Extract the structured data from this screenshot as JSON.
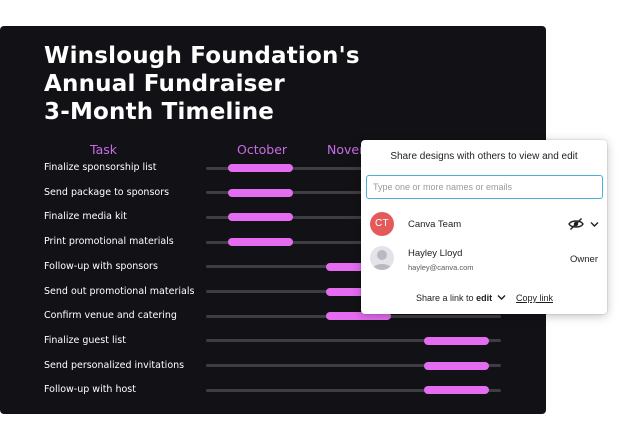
{
  "slide": {
    "title_lines": [
      "Winslough Foundation's",
      "Annual Fundraiser",
      "3-Month Timeline"
    ],
    "columns": {
      "task": "Task",
      "month1": "October",
      "month2": "Novem"
    },
    "tasks": [
      {
        "label": "Finalize sponsorship list",
        "start_month": 0.22,
        "end_month": 0.89
      },
      {
        "label": "Send package to sponsors",
        "start_month": 0.22,
        "end_month": 0.89
      },
      {
        "label": "Finalize media kit",
        "start_month": 0.22,
        "end_month": 0.89
      },
      {
        "label": "Print promotional materials",
        "start_month": 0.22,
        "end_month": 0.89
      },
      {
        "label": "Follow-up with sponsors",
        "start_month": 1.22,
        "end_month": 1.89
      },
      {
        "label": "Send out promotional materials",
        "start_month": 1.22,
        "end_month": 1.89
      },
      {
        "label": "Confirm venue and catering",
        "start_month": 1.22,
        "end_month": 1.89
      },
      {
        "label": "Finalize guest list",
        "start_month": 2.22,
        "end_month": 2.89
      },
      {
        "label": "Send personalized invitations",
        "start_month": 2.22,
        "end_month": 2.89
      },
      {
        "label": "Follow-up with host",
        "start_month": 2.22,
        "end_month": 2.89
      }
    ],
    "colors": {
      "background": "#121216",
      "accent": "#e46cf0",
      "heading": "#c86ce6",
      "track": "#3d3d42"
    }
  },
  "share": {
    "title": "Share designs with others to view and edit",
    "input_placeholder": "Type one or more names or emails",
    "team": {
      "initials": "CT",
      "name": "Canva Team",
      "icon": "eye-slash-icon",
      "avatar_color": "#e45a5a"
    },
    "user": {
      "name": "Hayley Lloyd",
      "email": "hayley@canva.com",
      "role": "Owner"
    },
    "link_prefix": "Share a link to",
    "link_permission": "edit",
    "copy_link": "Copy link",
    "colors": {
      "input_border": "#48b0d9"
    }
  }
}
